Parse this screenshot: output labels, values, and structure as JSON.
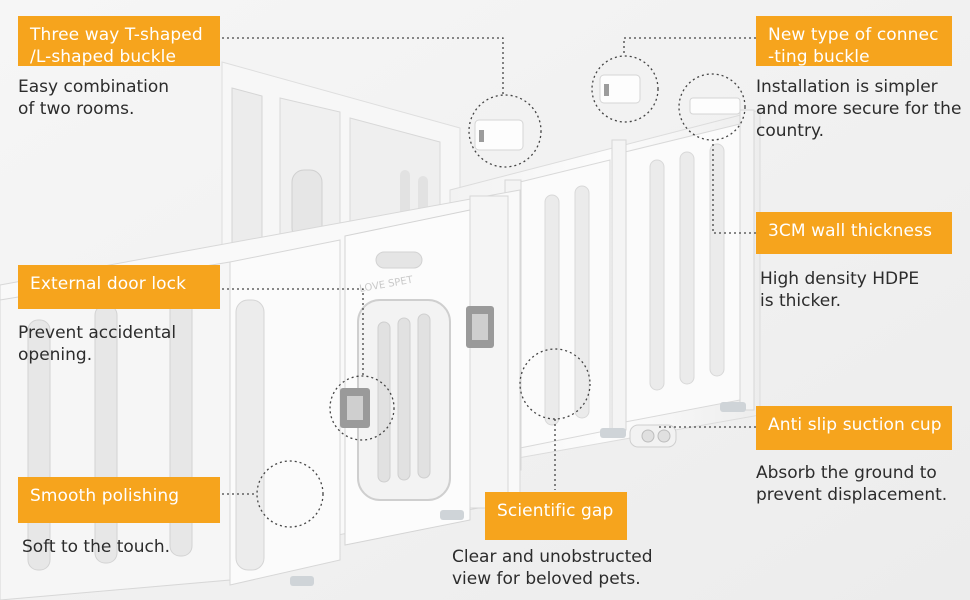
{
  "features": [
    {
      "id": "buckle-3way",
      "title_lines": [
        "Three way T-shaped",
        "/L-shaped buckle"
      ],
      "desc_lines": [
        "Easy combination",
        "of two rooms."
      ]
    },
    {
      "id": "connecting-buckle",
      "title_lines": [
        "New type of connec",
        "-ting buckle"
      ],
      "desc_lines": [
        "Installation is simpler",
        "and more secure for the",
        "country."
      ]
    },
    {
      "id": "wall-thickness",
      "title_lines": [
        "3CM wall thickness"
      ],
      "desc_lines": [
        "High density HDPE",
        "is thicker."
      ]
    },
    {
      "id": "door-lock",
      "title_lines": [
        "External door lock"
      ],
      "desc_lines": [
        "Prevent accidental",
        "opening."
      ]
    },
    {
      "id": "suction-cup",
      "title_lines": [
        "Anti slip suction cup"
      ],
      "desc_lines": [
        "Absorb the ground to",
        "prevent displacement."
      ]
    },
    {
      "id": "polishing",
      "title_lines": [
        "Smooth polishing"
      ],
      "desc_lines": [
        "Soft to the touch."
      ]
    },
    {
      "id": "gap",
      "title_lines": [
        "Scientific gap"
      ],
      "desc_lines": [
        "Clear and unobstructed",
        "view for beloved pets."
      ]
    }
  ],
  "door_panel_brand": "LOVE SPET",
  "colors": {
    "accent": "#f6a41d",
    "panel": "#fafafa",
    "panel_edge": "#d9d9d9",
    "lock": "#8e8e8e",
    "background": "#f3f3f3"
  }
}
